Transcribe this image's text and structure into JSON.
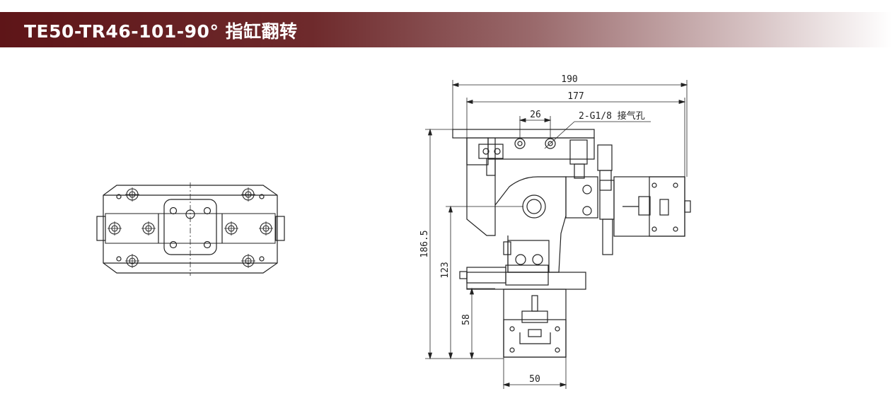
{
  "header": {
    "title": "TE50-TR46-101-90° 指缸翻转",
    "color": "#5e1518"
  },
  "drawing": {
    "dimensions": {
      "overall_width": "190",
      "body_width": "177",
      "port_spacing": "26",
      "port_label": "2-G1/8 接气孔",
      "overall_height": "186.5",
      "pivot_height": "123",
      "lower_height": "58",
      "lower_width": "50"
    }
  }
}
